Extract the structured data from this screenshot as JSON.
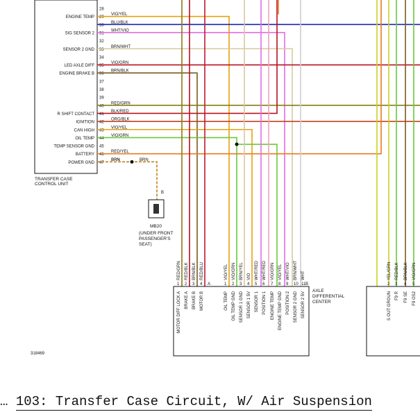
{
  "tcm": {
    "name_line1": "TRANSFER CASE",
    "name_line2": "CONTROL UNIT",
    "pins": [
      {
        "num": "28",
        "func": "",
        "wire": ""
      },
      {
        "num": "29",
        "func": "ENGINE TEMP",
        "wire": "VIO/YEL"
      },
      {
        "num": "30",
        "func": "",
        "wire": "BLU/BLK"
      },
      {
        "num": "31",
        "func": "SIG SENSOR 2",
        "wire": "WHT/VIO"
      },
      {
        "num": "32",
        "func": "",
        "wire": ""
      },
      {
        "num": "33",
        "func": "SENSOR 2 GND",
        "wire": "BRN/WHT"
      },
      {
        "num": "34",
        "func": "",
        "wire": ""
      },
      {
        "num": "35",
        "func": "LED AXLE DIFF",
        "wire": "VIO/GRN"
      },
      {
        "num": "36",
        "func": "ENGINE BRAKE B",
        "wire": "BRN/BLK"
      },
      {
        "num": "37",
        "func": "",
        "wire": ""
      },
      {
        "num": "38",
        "func": "",
        "wire": ""
      },
      {
        "num": "39",
        "func": "",
        "wire": ""
      },
      {
        "num": "40",
        "func": "",
        "wire": "RED/GRN"
      },
      {
        "num": "41",
        "func": "R SHIFT CONTACT",
        "wire": "BLK/RED"
      },
      {
        "num": "42",
        "func": "IGNITION",
        "wire": "ORG/BLK"
      },
      {
        "num": "43",
        "func": "CAN HIGH",
        "wire": "VIO/YEL"
      },
      {
        "num": "44",
        "func": "OIL TEMP",
        "wire": "VIO/GRN"
      },
      {
        "num": "45",
        "func": "TEMP SENSOR GND",
        "wire": ""
      },
      {
        "num": "46",
        "func": "BATTERY",
        "wire": "RED/YEL"
      },
      {
        "num": "47",
        "func": "POWER GND",
        "wire": "BRN"
      }
    ],
    "ground_wire_right": "BRN"
  },
  "ground": {
    "pin": "B",
    "name": "MB20",
    "desc_line1": "(UNDER FRONT",
    "desc_line2": "PASSENGER'S",
    "desc_line3": "SEAT)"
  },
  "axle_center": {
    "name_line1": "AXLE",
    "name_line2": "DIFFERENTIAL",
    "name_line3": "CENTER",
    "pins": [
      {
        "num": "1",
        "wire": "RED/GRN",
        "func": "MOTOR DIFF LOCK A"
      },
      {
        "num": "2",
        "wire": "RED/BLK",
        "func": "BRAKE A"
      },
      {
        "num": "3",
        "wire": "BRN/BLK",
        "func": "BRAKE B"
      },
      {
        "num": "4",
        "wire": "RED/BLU",
        "func": "MOTOR B"
      },
      {
        "num": "A",
        "wire": "",
        "func": ""
      },
      {
        "num": "1",
        "wire": "VIO/YEL",
        "func": "OIL TEMP"
      },
      {
        "num": "2",
        "wire": "VIO/GRN",
        "func": "OIL TEMP GND"
      },
      {
        "num": "3",
        "wire": "BRN/YEL",
        "func": "SENSOR 1 GND"
      },
      {
        "num": "4",
        "wire": "VIO",
        "func": "SENSOR 1 5V"
      },
      {
        "num": "5",
        "wire": "WHT/RED",
        "func": "SENSOR 1"
      },
      {
        "num": "6",
        "wire": "WHT/RED",
        "func": "POSITION 1"
      },
      {
        "num": "7",
        "wire": "VIO/GRN",
        "func": "ENGINE TEMP"
      },
      {
        "num": "8",
        "wire": "VIO/YEL",
        "func": "ENGINE TEMP GND"
      },
      {
        "num": "9",
        "wire": "WHT/VIO",
        "func": "POSITION 2"
      },
      {
        "num": "10",
        "wire": "BRN/WHT",
        "func": "SENSOR 2 GND"
      },
      {
        "num": "11",
        "wire": "WHT",
        "func": "SENSOR 2 5V"
      },
      {
        "num": "B",
        "wire": "",
        "func": ""
      }
    ]
  },
  "right_block": {
    "pins": [
      {
        "num": "2",
        "wire": "YEL/GRN",
        "func": "S OUT GROUN"
      },
      {
        "num": "3",
        "wire": "RED/BLK",
        "func": "F9 R"
      },
      {
        "num": "4",
        "wire": "BRN/BLK",
        "func": "F9 SE"
      },
      {
        "num": "5",
        "wire": "VIO/GRN",
        "func": "F9 OS2"
      }
    ]
  },
  "figure_id": "318469",
  "caption": {
    "prefix": "… ",
    "text": "103: Transfer Case Circuit, W/ Air Suspension"
  },
  "wire_colors": {
    "VIO_YEL": "#e8a010",
    "BLU_BLK": "#1a22b0",
    "WHT_VIO": "#e26ce2",
    "BRN_WHT": "#d8c8a0",
    "VIO_GRN": "#6bc83a",
    "BRN_BLK": "#7a5a1e",
    "RED_GRN": "#8a7a10",
    "BLK_RED": "#b81020",
    "ORG_BLK": "#c04020",
    "RED_YEL": "#e87a20",
    "BRN": "#c08020",
    "WHT_RED": "#f0a0c0",
    "RED_BLU": "#c01830",
    "VIO": "#f0b0e8",
    "WHT": "#cfcfcf",
    "YEL_GRN": "#c8d020"
  }
}
